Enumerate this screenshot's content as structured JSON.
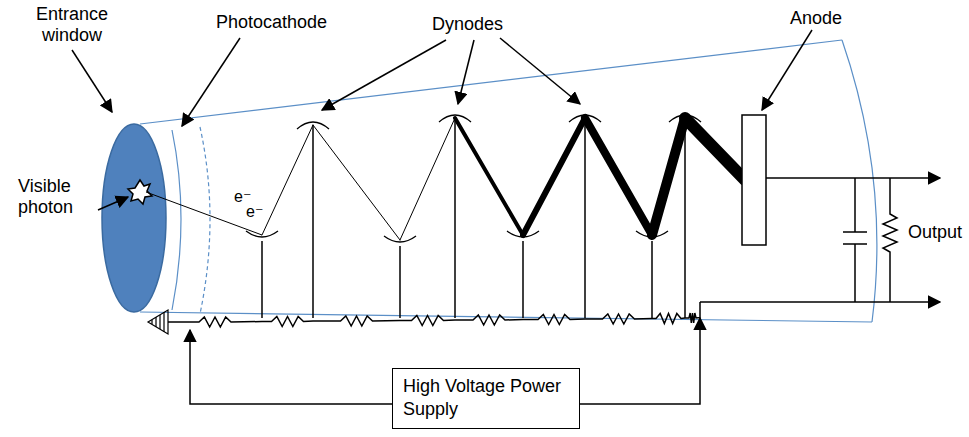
{
  "diagram": {
    "nodes": [
      {
        "text": [
          "High Voltage Power Supply"
        ]
      }
    ],
    "labels": [
      "Entrance window",
      "Photocathode",
      "Dynodes",
      "Anode",
      "Visible photon",
      "e⁻",
      "e⁻",
      "Output"
    ]
  }
}
